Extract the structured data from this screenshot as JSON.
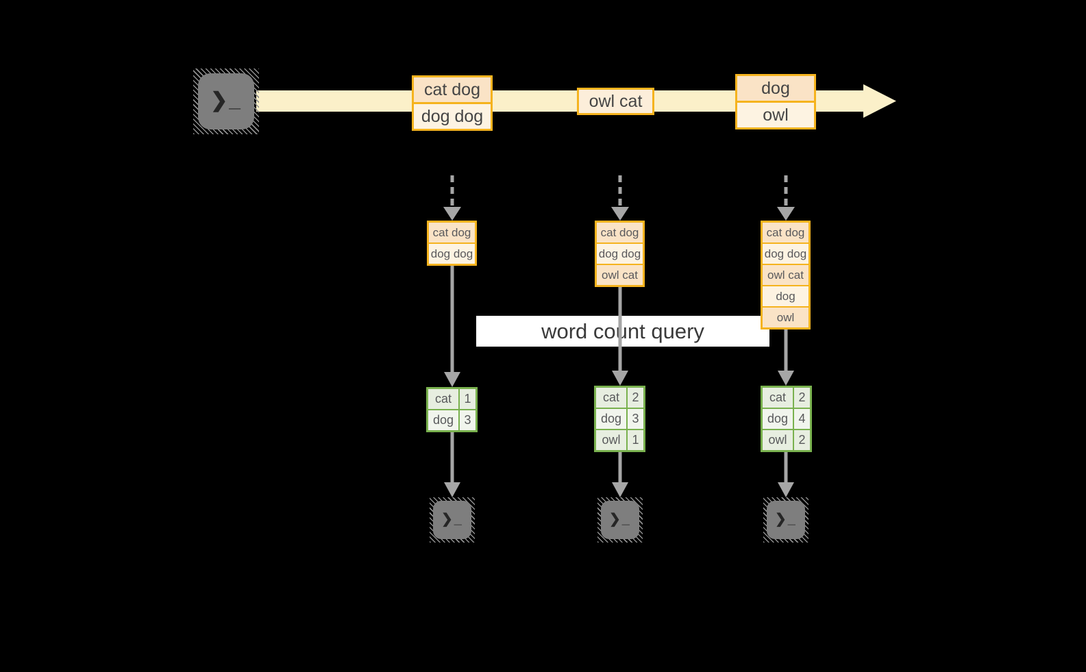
{
  "background": "#000000",
  "palette": {
    "orange_border": "#F5B31E",
    "peach_fill": "#FAE3C6",
    "cream_fill": "#FDF3E2",
    "stream_band": "#FBF0C9",
    "green_border": "#79B14E",
    "green_cell_dark": "#E7EEE0",
    "green_cell_light": "#F1F5ED",
    "arrow_gray": "#A6A6A6",
    "terminal_gray": "#7E7E7E"
  },
  "query_label": "word count query",
  "terminal_prompt": "❯_",
  "stream_batches": [
    {
      "rows": [
        "cat dog",
        "dog dog"
      ]
    },
    {
      "rows": [
        "owl cat"
      ]
    },
    {
      "rows": [
        "dog",
        "owl"
      ]
    }
  ],
  "columns": [
    {
      "state": [
        "cat dog",
        "dog dog"
      ],
      "counts": [
        {
          "word": "cat",
          "n": "1"
        },
        {
          "word": "dog",
          "n": "3"
        }
      ]
    },
    {
      "state": [
        "cat dog",
        "dog dog",
        "owl cat"
      ],
      "counts": [
        {
          "word": "cat",
          "n": "2"
        },
        {
          "word": "dog",
          "n": "3"
        },
        {
          "word": "owl",
          "n": "1"
        }
      ]
    },
    {
      "state": [
        "cat dog",
        "dog dog",
        "owl cat",
        "dog",
        "owl"
      ],
      "counts": [
        {
          "word": "cat",
          "n": "2"
        },
        {
          "word": "dog",
          "n": "4"
        },
        {
          "word": "owl",
          "n": "2"
        }
      ]
    }
  ]
}
